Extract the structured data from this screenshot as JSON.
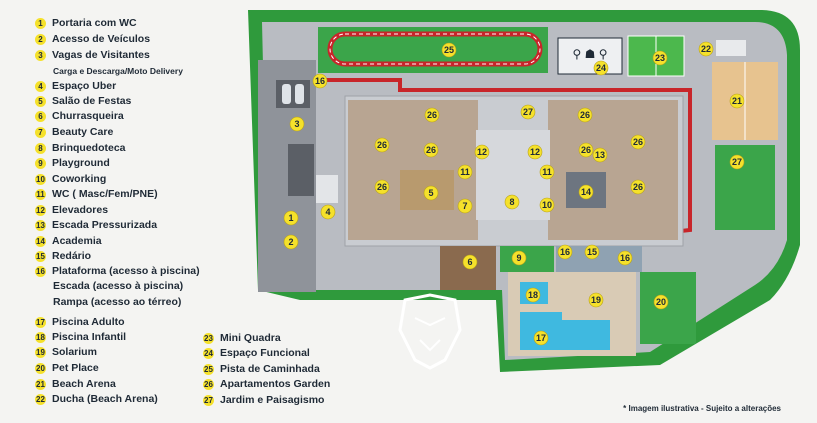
{
  "legend": [
    {
      "num": "1",
      "label": "Portaria com WC"
    },
    {
      "num": "2",
      "label": "Acesso de Veículos"
    },
    {
      "num": "3",
      "label": "Vagas de Visitantes"
    },
    {
      "num": "4",
      "label": "Espaço Uber"
    },
    {
      "num": "5",
      "label": "Salão de Festas"
    },
    {
      "num": "6",
      "label": "Churrasqueira"
    },
    {
      "num": "7",
      "label": "Beauty Care"
    },
    {
      "num": "8",
      "label": "Brinquedoteca"
    },
    {
      "num": "9",
      "label": "Playground"
    },
    {
      "num": "10",
      "label": "Coworking"
    },
    {
      "num": "11",
      "label": "WC ( Masc/Fem/PNE)"
    },
    {
      "num": "12",
      "label": "Elevadores"
    },
    {
      "num": "13",
      "label": "Escada Pressurizada"
    },
    {
      "num": "14",
      "label": "Academia"
    },
    {
      "num": "15",
      "label": "Redário"
    },
    {
      "num": "16",
      "label": "Plataforma (acesso à piscina)"
    },
    {
      "num": "17",
      "label": "Piscina Adulto"
    },
    {
      "num": "18",
      "label": "Piscina Infantil"
    },
    {
      "num": "19",
      "label": "Solarium"
    },
    {
      "num": "20",
      "label": "Pet Place"
    },
    {
      "num": "21",
      "label": "Beach Arena"
    },
    {
      "num": "22",
      "label": "Ducha (Beach Arena)"
    },
    {
      "num": "23",
      "label": "Mini Quadra"
    },
    {
      "num": "24",
      "label": "Espaço Funcional"
    },
    {
      "num": "25",
      "label": "Pista de Caminhada"
    },
    {
      "num": "26",
      "label": "Apartamentos Garden"
    },
    {
      "num": "27",
      "label": "Jardim e Paisagismo"
    }
  ],
  "legend_subs": {
    "item3_sub": "Carga e Descarga/Moto Delivery",
    "item16_sub1": "Escada (acesso à piscina)",
    "item16_sub2": "Rampa (acesso ao térreo)"
  },
  "disclaimer": "* Imagem ilustrativa - Sujeito a alterações",
  "plan_markers": [
    "1",
    "2",
    "3",
    "4",
    "5",
    "6",
    "7",
    "8",
    "9",
    "10",
    "11",
    "11",
    "12",
    "12",
    "13",
    "14",
    "15",
    "16",
    "16",
    "16",
    "17",
    "18",
    "19",
    "20",
    "21",
    "22",
    "23",
    "24",
    "25",
    "26",
    "26",
    "26",
    "26",
    "26",
    "26",
    "26",
    "26",
    "27",
    "27"
  ],
  "colors": {
    "marker": "#f5e12b",
    "text": "#1f2a36",
    "grass": "#2f9a3c",
    "building": "#c9ccd1",
    "track": "#c8252a",
    "pool": "#3fb9e0"
  }
}
